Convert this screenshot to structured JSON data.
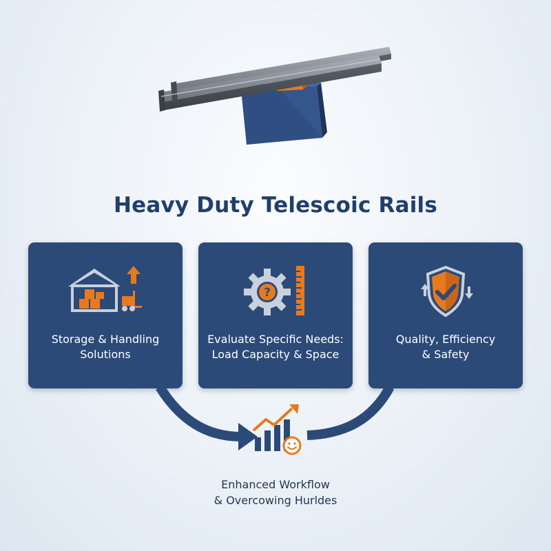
{
  "title": "Heavy Duty Telescoic Rails",
  "hero": {
    "icon": "telescopic-rail-on-block"
  },
  "cards": [
    {
      "icon": "warehouse-forklift-icon",
      "line1": "Storage & Handling",
      "line2": "Solutions"
    },
    {
      "icon": "gear-question-ruler-icon",
      "line1": "Evaluate Specific Needs:",
      "line2": "Load Capacity & Space"
    },
    {
      "icon": "shield-check-icon",
      "line1": "Quality, Efficiency",
      "line2": "& Safety"
    }
  ],
  "outcome": {
    "icon": "growth-chart-smiley-icon",
    "line1": "Enhanced Workflow",
    "line2": "& Overcowing Hurldes"
  },
  "colors": {
    "navy": "#2b4a78",
    "orange": "#e87a1e",
    "title": "#213f6b",
    "arrow": "#2b4a78"
  }
}
